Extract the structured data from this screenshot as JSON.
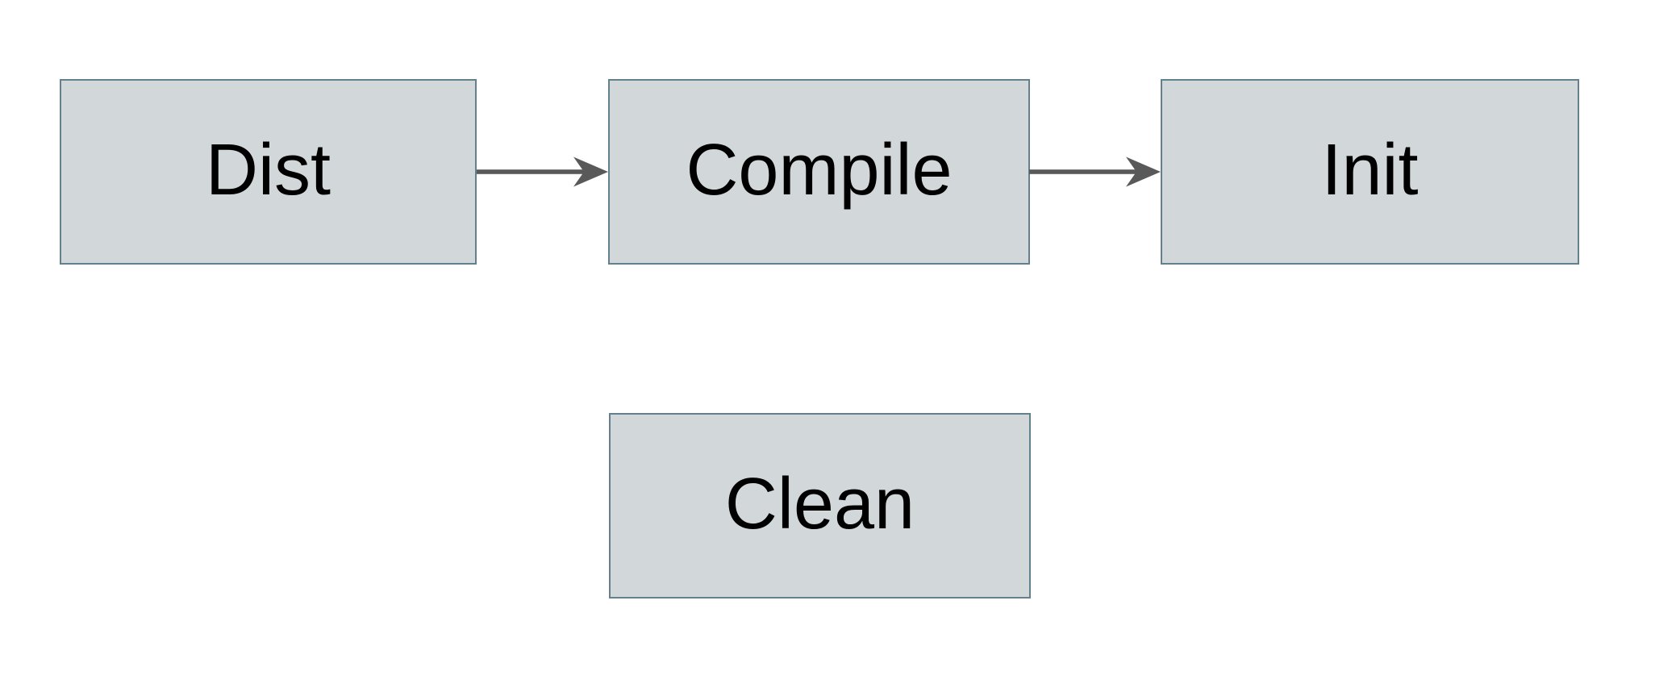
{
  "diagram": {
    "nodes": [
      {
        "id": "dist",
        "label": "Dist"
      },
      {
        "id": "compile",
        "label": "Compile"
      },
      {
        "id": "init",
        "label": "Init"
      },
      {
        "id": "clean",
        "label": "Clean"
      }
    ],
    "edges": [
      {
        "from": "Dist",
        "to": "Compile",
        "style": "solid-arrow"
      },
      {
        "from": "Compile",
        "to": "Init",
        "style": "solid-arrow"
      }
    ]
  },
  "colors": {
    "canvas-bg": "#ffffff",
    "node-fill": "#d2d8da",
    "node-border": "#64808e",
    "arrow": "#595959",
    "node-text": "#000000"
  }
}
